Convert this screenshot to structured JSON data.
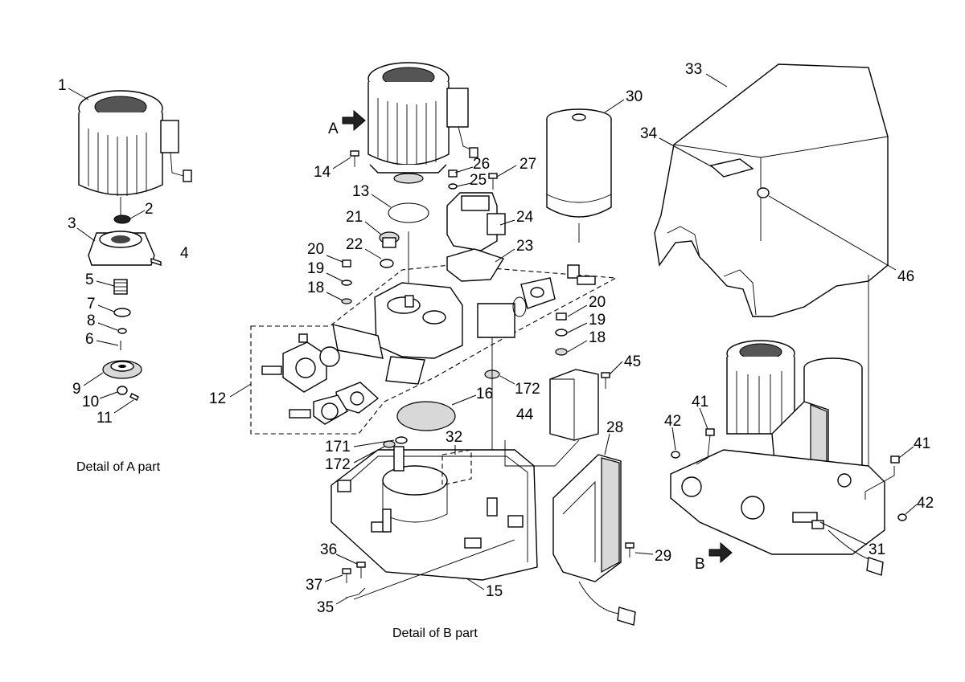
{
  "captions": {
    "detail_a": "Detail of A part",
    "detail_b": "Detail of B part"
  },
  "arrows": {
    "a": "A",
    "b": "B"
  },
  "part_numbers": {
    "p1": "1",
    "p2": "2",
    "p3": "3",
    "p4": "4",
    "p5": "5",
    "p6": "6",
    "p7": "7",
    "p8": "8",
    "p9": "9",
    "p10": "10",
    "p11": "11",
    "p12": "12",
    "p13": "13",
    "p14": "14",
    "p15": "15",
    "p16": "16",
    "p171": "171",
    "p172a": "172",
    "p172b": "172",
    "p18a": "18",
    "p18b": "18",
    "p19a": "19",
    "p19b": "19",
    "p20a": "20",
    "p20b": "20",
    "p21": "21",
    "p22": "22",
    "p23": "23",
    "p24": "24",
    "p25": "25",
    "p26": "26",
    "p27": "27",
    "p28": "28",
    "p29": "29",
    "p30": "30",
    "p31": "31",
    "p32": "32",
    "p33": "33",
    "p34": "34",
    "p35": "35",
    "p36": "36",
    "p37": "37",
    "p41a": "41",
    "p41b": "41",
    "p42a": "42",
    "p42b": "42",
    "p44": "44",
    "p45": "45",
    "p46": "46"
  }
}
